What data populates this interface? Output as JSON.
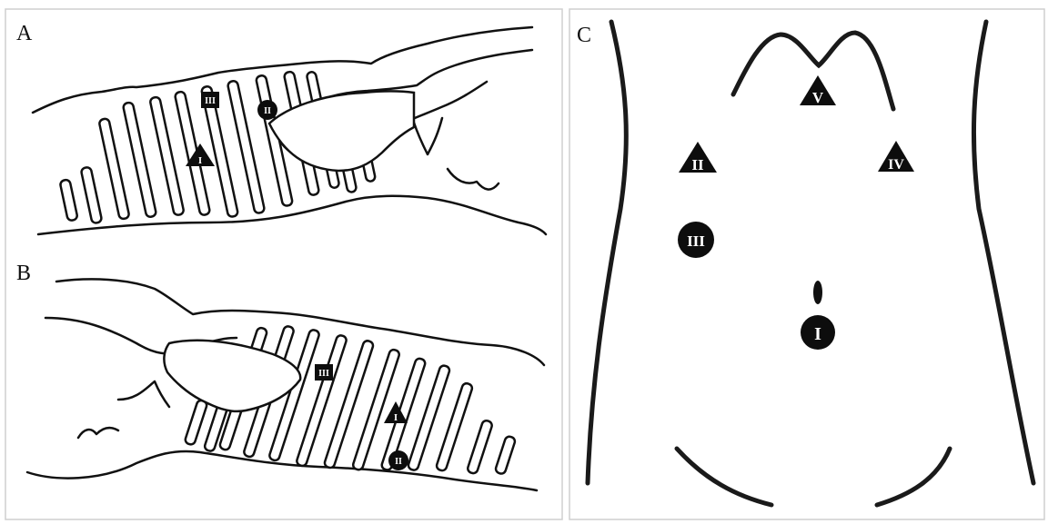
{
  "panels": {
    "a": {
      "label": "A"
    },
    "b": {
      "label": "B"
    },
    "c": {
      "label": "C"
    }
  },
  "markers": {
    "a_triangle_1": "I",
    "a_circle_2": "II",
    "a_square_3": "III",
    "b_triangle_1": "I",
    "b_circle_2": "II",
    "b_square_3": "III",
    "c_circle_1": "I",
    "c_triangle_2": "II",
    "c_circle_3": "III",
    "c_triangle_4": "IV",
    "c_triangle_5": "V"
  },
  "colors": {
    "marker_fill": "#0d0d0d",
    "marker_text": "#ffffff",
    "line": "#111111"
  }
}
